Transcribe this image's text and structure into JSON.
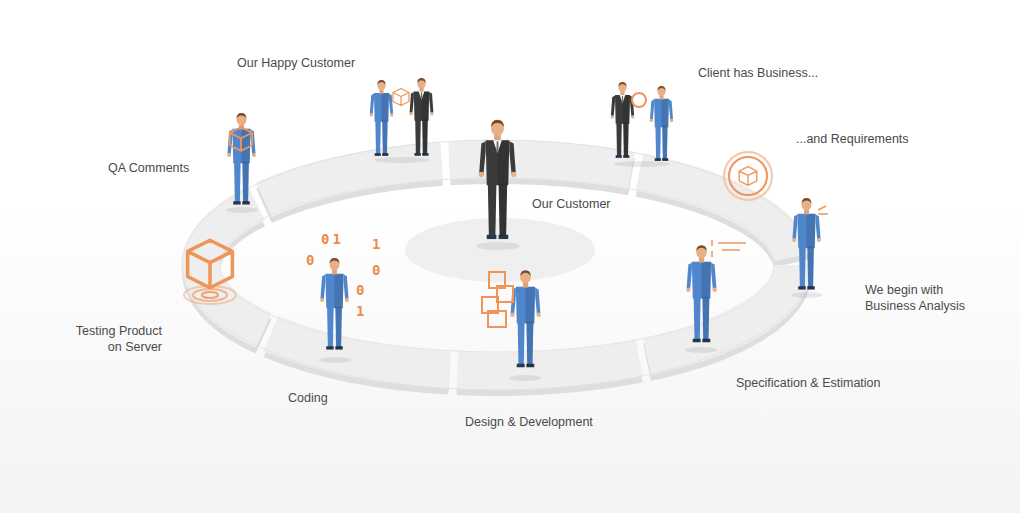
{
  "diagram": {
    "labels": [
      "Our Happy Customer",
      "Client has Business...",
      "...and Requirements",
      "QA Comments",
      "Our Customer",
      "01",
      "1",
      "0",
      "0",
      "0",
      "1",
      "We begin with Business Analysis",
      "Testing Product on Server",
      "Specification & Estimation",
      "Coding",
      "Design & Development"
    ]
  }
}
